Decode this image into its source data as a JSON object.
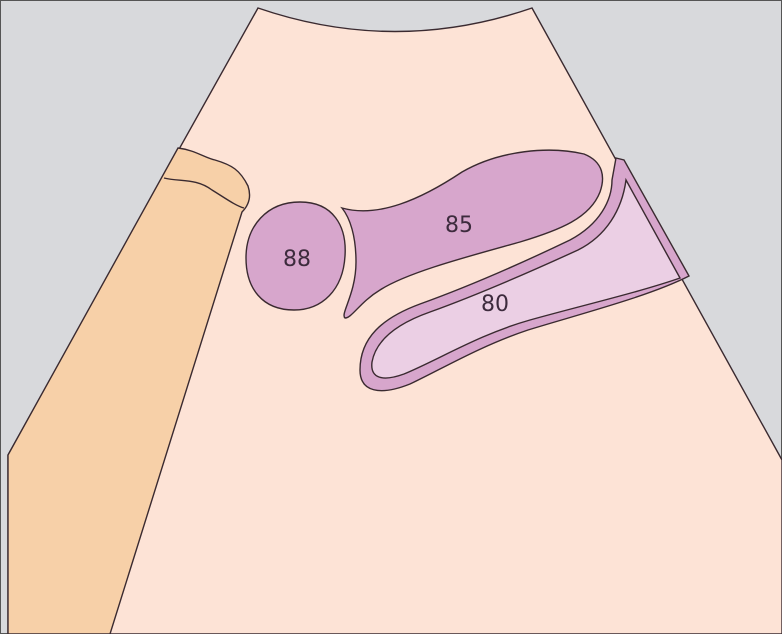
{
  "labels": {
    "structure_88": "88",
    "structure_85": "85",
    "structure_80": "80"
  },
  "colors": {
    "background": "#d8d9dc",
    "sector": "#fde3d6",
    "orange_structure": "#f7d0a8",
    "purple_structure": "#d7a6cc",
    "light_purple_structure": "#ebcfe4",
    "outline": "#3a2a30"
  }
}
